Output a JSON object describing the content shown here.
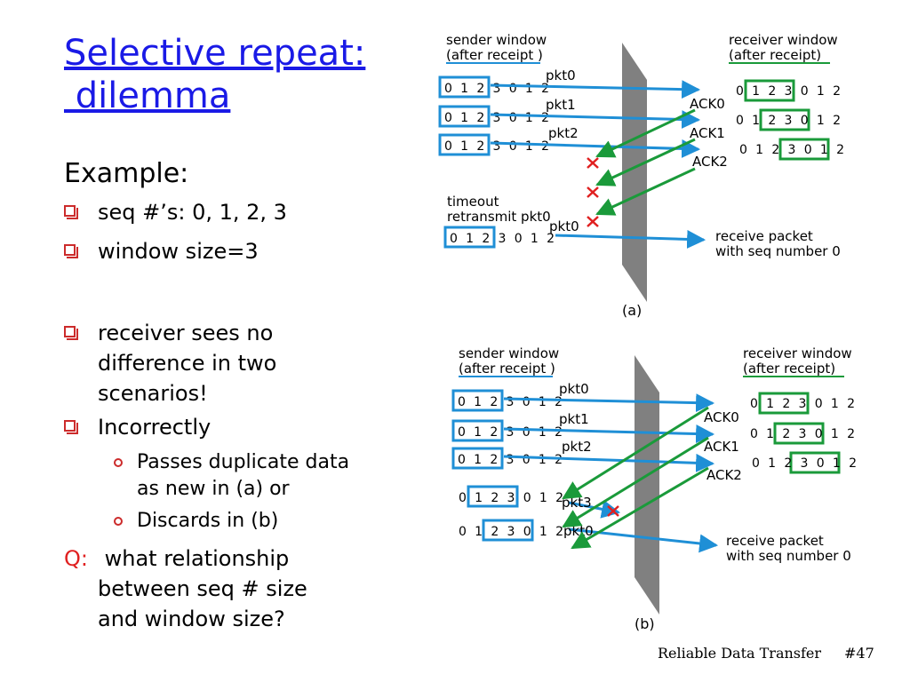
{
  "title": {
    "line1": "Selective repeat:",
    "line2": " dilemma"
  },
  "example_label": "Example:",
  "bullets": [
    {
      "text": "seq #’s: 0, 1, 2, 3"
    },
    {
      "text": "window size=3"
    },
    {
      "text": "receiver sees no\ndifference in two\nscenarios!"
    },
    {
      "text": "Incorrectly"
    }
  ],
  "sub_bullets": [
    {
      "text": "Passes duplicate data\nas new in (a) or"
    },
    {
      "text": "Discards in (b)"
    }
  ],
  "question": {
    "label": "Q:",
    "text": " what relationship\nbetween seq # size\nand window size?"
  },
  "diagram_a": {
    "sender_title1": "sender window",
    "sender_title2": "(after receipt )",
    "receiver_title1": "receiver window",
    "receiver_title2": "(after receipt)",
    "sender_windows": [
      "0 1 2 3 0 1 2",
      "0 1 2 3 0 1 2",
      "0 1 2 3 0 1 2",
      "0 1 2 3 0 1 2"
    ],
    "receiver_windows": [
      "0 1 2 3 0 1 2",
      "0 1 2 3 0 1 2",
      "0 1 2 3 0 1 2"
    ],
    "packets": [
      "pkt0",
      "pkt1",
      "pkt2",
      "pkt0"
    ],
    "acks": [
      "ACK0",
      "ACK1",
      "ACK2"
    ],
    "timeout1": "timeout",
    "timeout2": "retransmit pkt0",
    "receive1": "receive packet",
    "receive2": "with seq number 0",
    "caption": "(a)"
  },
  "diagram_b": {
    "sender_title1": "sender window",
    "sender_title2": "(after receipt )",
    "receiver_title1": "receiver window",
    "receiver_title2": "(after receipt)",
    "sender_windows": [
      "0 1 2 3 0 1 2",
      "0 1 2 3 0 1 2",
      "0 1 2 3 0 1 2",
      "0 1 2 3 0 1 2",
      "0 1 2 3 0 1 2"
    ],
    "receiver_windows": [
      "0 1 2 3 0 1 2",
      "0 1 2 3 0 1 2",
      "0 1 2 3 0 1 2"
    ],
    "packets": [
      "pkt0",
      "pkt1",
      "pkt2",
      "pkt3",
      "pkt0"
    ],
    "acks": [
      "ACK0",
      "ACK1",
      "ACK2"
    ],
    "receive1": "receive packet",
    "receive2": "with seq number 0",
    "caption": "(b)"
  },
  "footer": {
    "left": "Reliable Data Transfer",
    "right": "#47"
  },
  "colors": {
    "title": "#1a1ae6",
    "bullet": "#cc2b2b",
    "q": "#e02020",
    "packet_arrow": "#1f8fd6",
    "ack_arrow": "#1a9a3a",
    "loss_x": "#e02020",
    "divider": "#808080",
    "sender_box": "#1f8fd6",
    "receiver_box": "#1a9a3a"
  }
}
